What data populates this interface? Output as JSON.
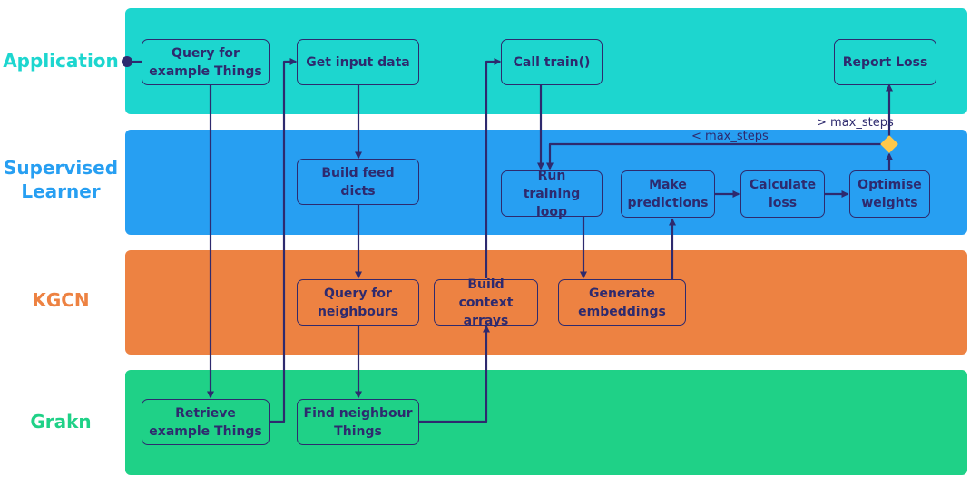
{
  "lanes": {
    "application": "Application",
    "supervised_learner": "Supervised\nLearner",
    "kgcn": "KGCN",
    "grakn": "Grakn"
  },
  "nodes": {
    "query_for_examples": "Query for\nexample Things",
    "get_input_data": "Get input data",
    "call_train": "Call train()",
    "report_loss": "Report Loss",
    "build_feed_dicts": "Build feed dicts",
    "run_training_loop": "Run training\nloop",
    "make_predictions": "Make\npredictions",
    "calculate_loss": "Calculate\nloss",
    "optimise_weights": "Optimise\nweights",
    "query_for_neighbours": "Query for\nneighbours",
    "build_context_arrays": "Build context\narrays",
    "generate_embeddings": "Generate\nembeddings",
    "retrieve_examples": "Retrieve\nexample Things",
    "find_neighbour_things": "Find neighbour\nThings"
  },
  "edge_labels": {
    "gt_max_steps": "> max_steps",
    "lt_max_steps": "< max_steps"
  },
  "colors": {
    "application": "#1dd6cf",
    "supervised_learner": "#279ff2",
    "kgcn": "#ed8242",
    "grakn": "#1fd187",
    "line": "#2e2a6e",
    "decision": "#ffc84a"
  }
}
